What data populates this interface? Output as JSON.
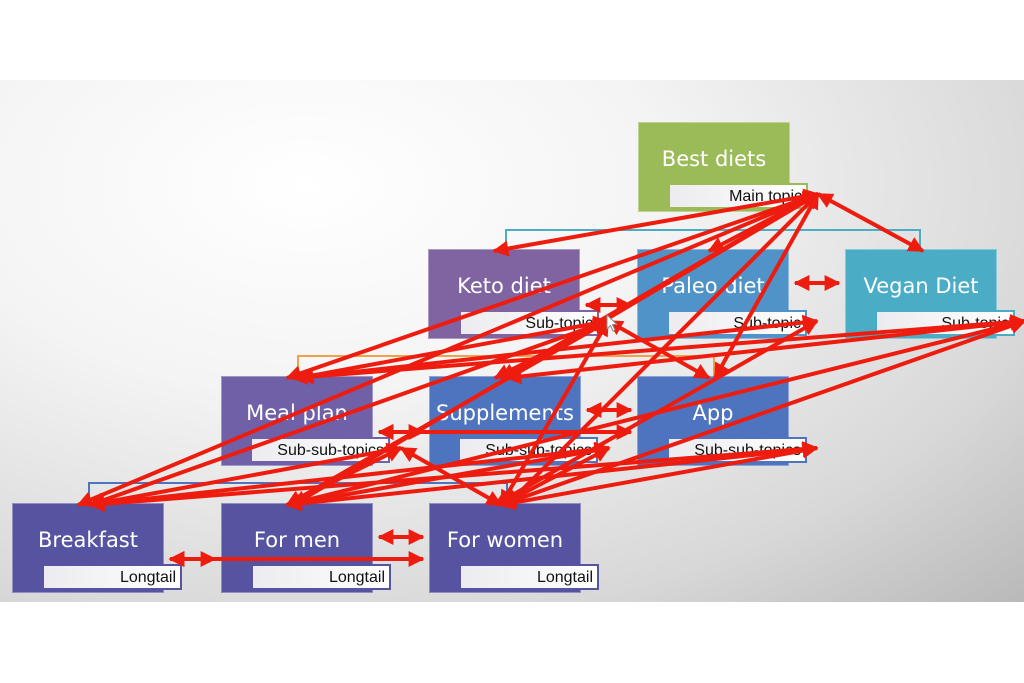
{
  "diagram": {
    "colors": {
      "main": "#9bbb59",
      "subtopic_keto": "#8064a2",
      "subtopic_paleo": "#4f93c8",
      "subtopic_vegan": "#4bacc6",
      "subsub_meal": "#6f60a8",
      "subsub": "#4f74bf",
      "longtail": "#5654a0",
      "arrow": "#ee1c0e"
    },
    "main_topic": {
      "title": "Best diets",
      "tag": "Main topic"
    },
    "subtopics": [
      {
        "title": "Keto diet",
        "tag": "Sub-topic"
      },
      {
        "title": "Paleo diet",
        "tag": "Sub-topic"
      },
      {
        "title": "Vegan Diet",
        "tag": "Sub-topic"
      }
    ],
    "subsubtopics": [
      {
        "title": "Meal plan",
        "tag": "Sub-sub-topics"
      },
      {
        "title": "Supplements",
        "tag": "Sub-sub-topics"
      },
      {
        "title": "App",
        "tag": "Sub-sub-topics"
      }
    ],
    "longtails": [
      {
        "title": "Breakfast",
        "tag": "Longtail"
      },
      {
        "title": "For men",
        "tag": "Longtail"
      },
      {
        "title": "For women",
        "tag": "Longtail"
      }
    ],
    "links": [
      [
        "main",
        "keto"
      ],
      [
        "main",
        "paleo"
      ],
      [
        "main",
        "vegan"
      ],
      [
        "main",
        "meal"
      ],
      [
        "main",
        "supp"
      ],
      [
        "main",
        "app"
      ],
      [
        "main",
        "breakfast"
      ],
      [
        "main",
        "men"
      ],
      [
        "main",
        "women"
      ],
      [
        "keto",
        "paleo"
      ],
      [
        "paleo",
        "vegan"
      ],
      [
        "keto",
        "meal"
      ],
      [
        "keto",
        "supp"
      ],
      [
        "keto",
        "app"
      ],
      [
        "keto",
        "breakfast"
      ],
      [
        "keto",
        "men"
      ],
      [
        "keto",
        "women"
      ],
      [
        "paleo",
        "meal"
      ],
      [
        "paleo",
        "women"
      ],
      [
        "vegan",
        "meal"
      ],
      [
        "vegan",
        "supp"
      ],
      [
        "vegan",
        "men"
      ],
      [
        "vegan",
        "women"
      ],
      [
        "supp",
        "meal"
      ],
      [
        "supp",
        "app"
      ],
      [
        "app",
        "meal"
      ],
      [
        "meal",
        "breakfast"
      ],
      [
        "meal",
        "men"
      ],
      [
        "meal",
        "women"
      ],
      [
        "supp",
        "breakfast"
      ],
      [
        "supp",
        "men"
      ],
      [
        "supp",
        "women"
      ],
      [
        "app",
        "breakfast"
      ],
      [
        "app",
        "men"
      ],
      [
        "app",
        "women"
      ],
      [
        "breakfast",
        "men"
      ],
      [
        "men",
        "women"
      ],
      [
        "women",
        "breakfast"
      ]
    ]
  }
}
